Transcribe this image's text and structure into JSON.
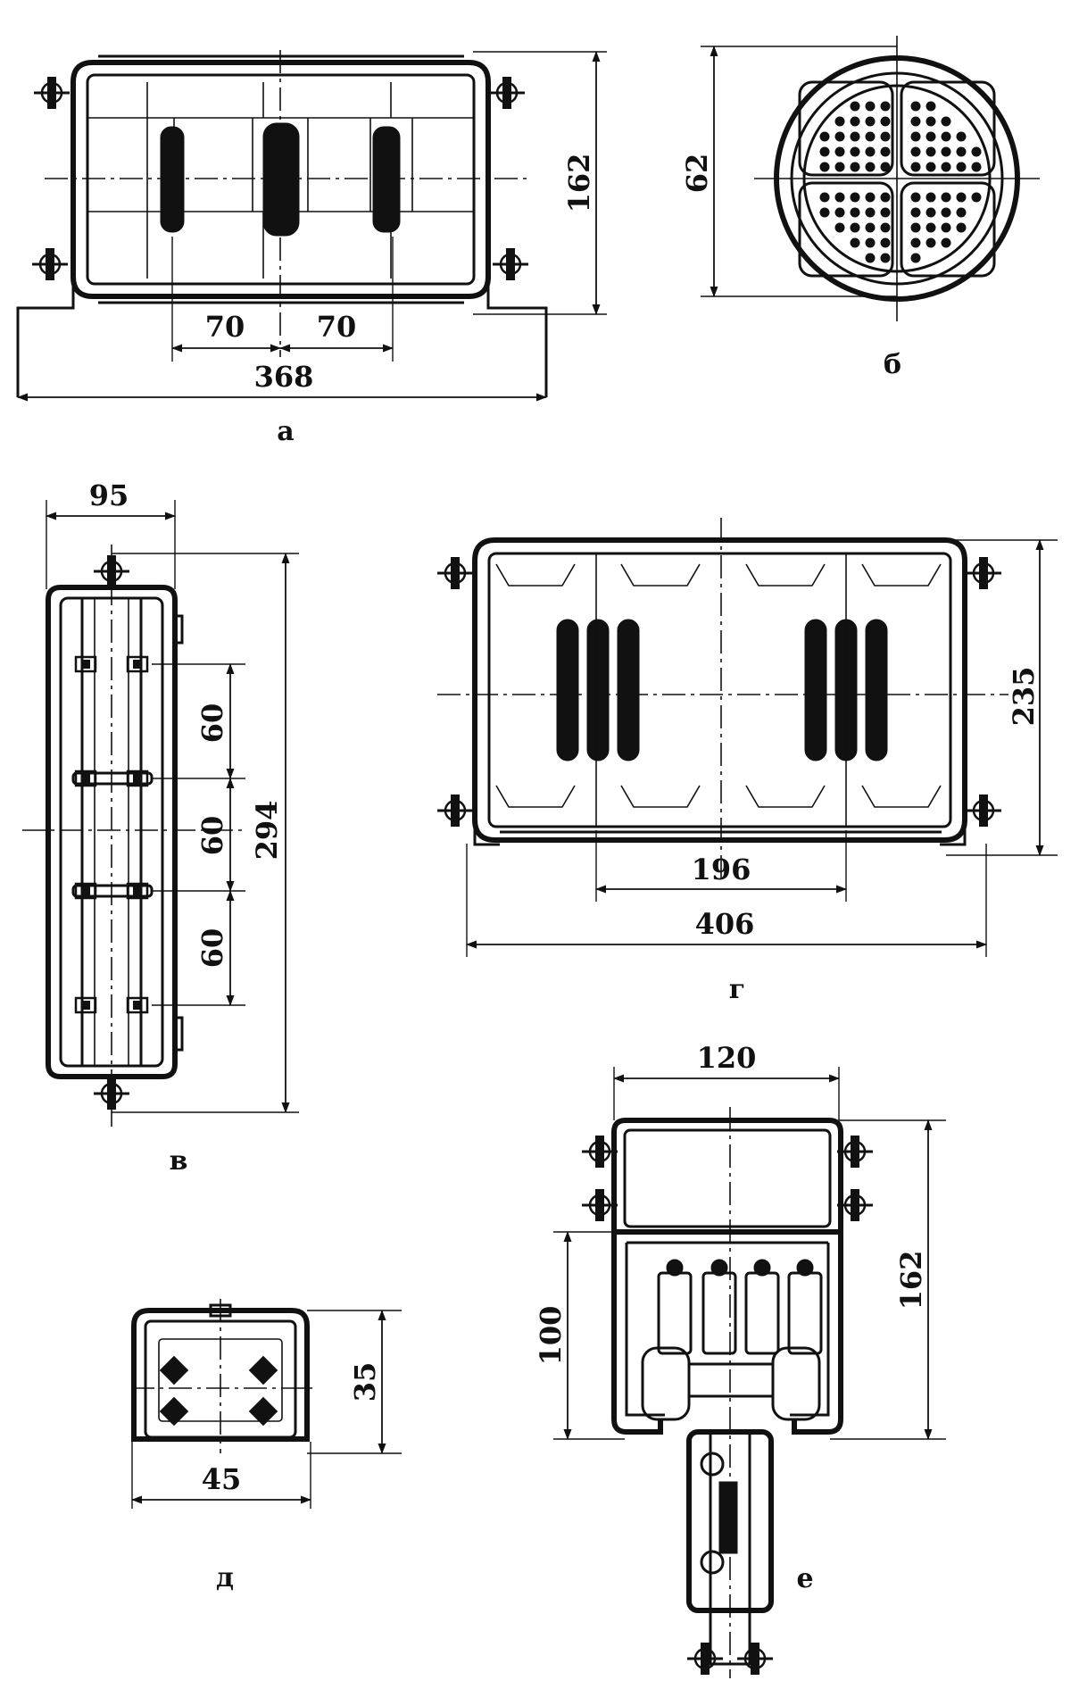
{
  "views": {
    "a": {
      "label": "а",
      "dims": {
        "height": "162",
        "pitch_1": "70",
        "pitch_2": "70",
        "overall_width": "368"
      }
    },
    "b": {
      "label": "б",
      "dims": {
        "diameter": "62"
      }
    },
    "v": {
      "label": "в",
      "dims": {
        "width": "95",
        "pitch_1": "60",
        "pitch_2": "60",
        "pitch_3": "60",
        "height": "294"
      }
    },
    "g": {
      "label": "г",
      "dims": {
        "height": "235",
        "inner_span": "196",
        "overall_width": "406"
      }
    },
    "d": {
      "label": "д",
      "dims": {
        "height": "35",
        "width": "45"
      }
    },
    "e": {
      "label": "е",
      "dims": {
        "top_width": "120",
        "body_height": "100",
        "overall_height": "162"
      }
    }
  }
}
